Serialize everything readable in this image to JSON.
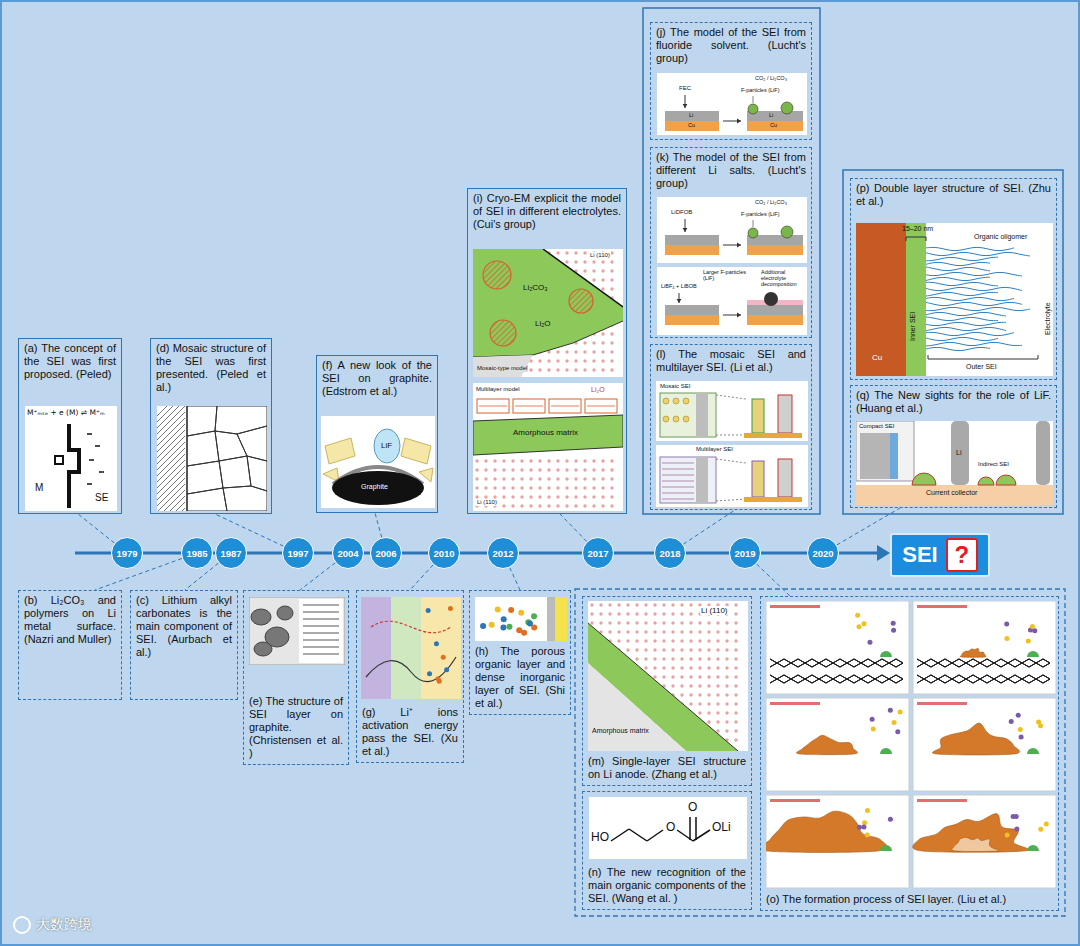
{
  "diagram": {
    "nodes": [
      {
        "text": [
          "(a) The concept of the SEI was first proposed. (Peled)"
        ]
      },
      {
        "text": [
          "(d) Mosaic structure of the SEI was first presented. (Peled et al.)"
        ]
      },
      {
        "text": [
          "(f) A new look of the SEI on graphite. (Edstrom et al.)"
        ]
      },
      {
        "text": [
          "(i) Cryo-EM explicit the model of SEI in different electrolytes. (Cui's group)"
        ]
      },
      {
        "text": [
          "(j) The model of the SEI from fluoride solvent. (Lucht's group)"
        ]
      },
      {
        "text": [
          "(k) The model of the SEI from different Li salts. (Lucht's group)"
        ]
      },
      {
        "text": [
          "(l) The mosaic SEI and multilayer SEI. (Li et al.)"
        ]
      },
      {
        "text": [
          "(p) Double layer structure of SEI. (Zhu et al.)"
        ]
      },
      {
        "text": [
          "(q) The New sights for the role of LiF. (Huang et al.)"
        ]
      },
      {
        "text": [
          "1979"
        ]
      },
      {
        "text": [
          "1985"
        ]
      },
      {
        "text": [
          "1987"
        ]
      },
      {
        "text": [
          "1997"
        ]
      },
      {
        "text": [
          "2004"
        ]
      },
      {
        "text": [
          "2006"
        ]
      },
      {
        "text": [
          "2010"
        ]
      },
      {
        "text": [
          "2012"
        ]
      },
      {
        "text": [
          "2017"
        ]
      },
      {
        "text": [
          "2018"
        ]
      },
      {
        "text": [
          "2019"
        ]
      },
      {
        "text": [
          "2020"
        ]
      },
      {
        "text": [
          "SEI",
          "?"
        ]
      },
      {
        "text": [
          "(b) Li₂CO₃ and polymers on Li metal surface. (Nazri and Muller)"
        ]
      },
      {
        "text": [
          "(c) Lithium alkyl carbonates is the main component of SEI. (Aurbach et al.)"
        ]
      },
      {
        "text": [
          "(e) The structure of SEI layer on graphite. (Christensen et al. )"
        ]
      },
      {
        "text": [
          "(g) Li⁺ ions activation energy pass the SEI. (Xu et al.)"
        ]
      },
      {
        "text": [
          "(h) The porous organic layer and dense inorganic layer of SEI. (Shi et al.)"
        ]
      },
      {
        "text": [
          "(m) Single-layer SEI structure on Li anode. (Zhang et al.)"
        ]
      },
      {
        "text": [
          "(n) The new recognition of the main organic components of the SEI. (Wang et al. )"
        ]
      },
      {
        "text": [
          "(o) The formation process of SEI layer. (Liu et al.)"
        ]
      }
    ],
    "edges": [
      {
        "from": 9,
        "to": 10,
        "arrow": "none"
      },
      {
        "from": 10,
        "to": 11,
        "arrow": "none"
      },
      {
        "from": 11,
        "to": 12,
        "arrow": "none"
      },
      {
        "from": 12,
        "to": 13,
        "arrow": "none"
      },
      {
        "from": 13,
        "to": 14,
        "arrow": "none"
      },
      {
        "from": 14,
        "to": 15,
        "arrow": "none"
      },
      {
        "from": 15,
        "to": 16,
        "arrow": "none"
      },
      {
        "from": 16,
        "to": 17,
        "arrow": "none"
      },
      {
        "from": 17,
        "to": 18,
        "arrow": "none"
      },
      {
        "from": 18,
        "to": 19,
        "arrow": "none"
      },
      {
        "from": 19,
        "to": 20,
        "arrow": "none"
      },
      {
        "from": 20,
        "to": 21,
        "arrow": "to"
      },
      {
        "from": 9,
        "to": 0,
        "arrow": "none"
      },
      {
        "from": 10,
        "to": 22,
        "arrow": "none"
      },
      {
        "from": 11,
        "to": 23,
        "arrow": "none"
      },
      {
        "from": 12,
        "to": 1,
        "arrow": "none"
      },
      {
        "from": 13,
        "to": 24,
        "arrow": "none"
      },
      {
        "from": 14,
        "to": 2,
        "arrow": "none"
      },
      {
        "from": 15,
        "to": 25,
        "arrow": "none"
      },
      {
        "from": 16,
        "to": 26,
        "arrow": "none"
      },
      {
        "from": 17,
        "to": 3,
        "arrow": "none"
      },
      {
        "from": 18,
        "to": 6,
        "arrow": "none"
      },
      {
        "from": 19,
        "to": 29,
        "arrow": "none"
      },
      {
        "from": 20,
        "to": 8,
        "arrow": "none"
      }
    ],
    "labels": [
      "M⁺ₘₛₑ + e (M) ⇌ M⁺ₘ",
      "M",
      "SE",
      "LiF",
      "Graphite",
      "Li (110)",
      "Li₂CO₃",
      "Li₂O",
      "Mosaic-type model",
      "Multilayer model",
      "Li₂O",
      "Amorphous matrix",
      "Li (110)",
      "FEC",
      "CO₂ / Li₂CO₃",
      "F-particles (LiF)",
      "Li",
      "Cu",
      "Li",
      "Cu",
      "LiDFOB",
      "CO₂ / Li₂CO₃",
      "F-particles (LiF)",
      "LiBF₄ + LiBOB",
      "Larger F-particles (LiF)",
      "Additional electrolyte decomposition",
      "Mosaic SEI",
      "Multilayer SEI",
      "15–20 nm",
      "Organic oligomer",
      "Cu",
      "Inner SEI",
      "Outer SEI",
      "Electrolyte",
      "Compact SEI",
      "Li",
      "Indirect SEI",
      "Current collector",
      "Li (110)",
      "Amorphous matrix",
      "HO",
      "O",
      "O",
      "OLi",
      "大数跨境"
    ]
  }
}
